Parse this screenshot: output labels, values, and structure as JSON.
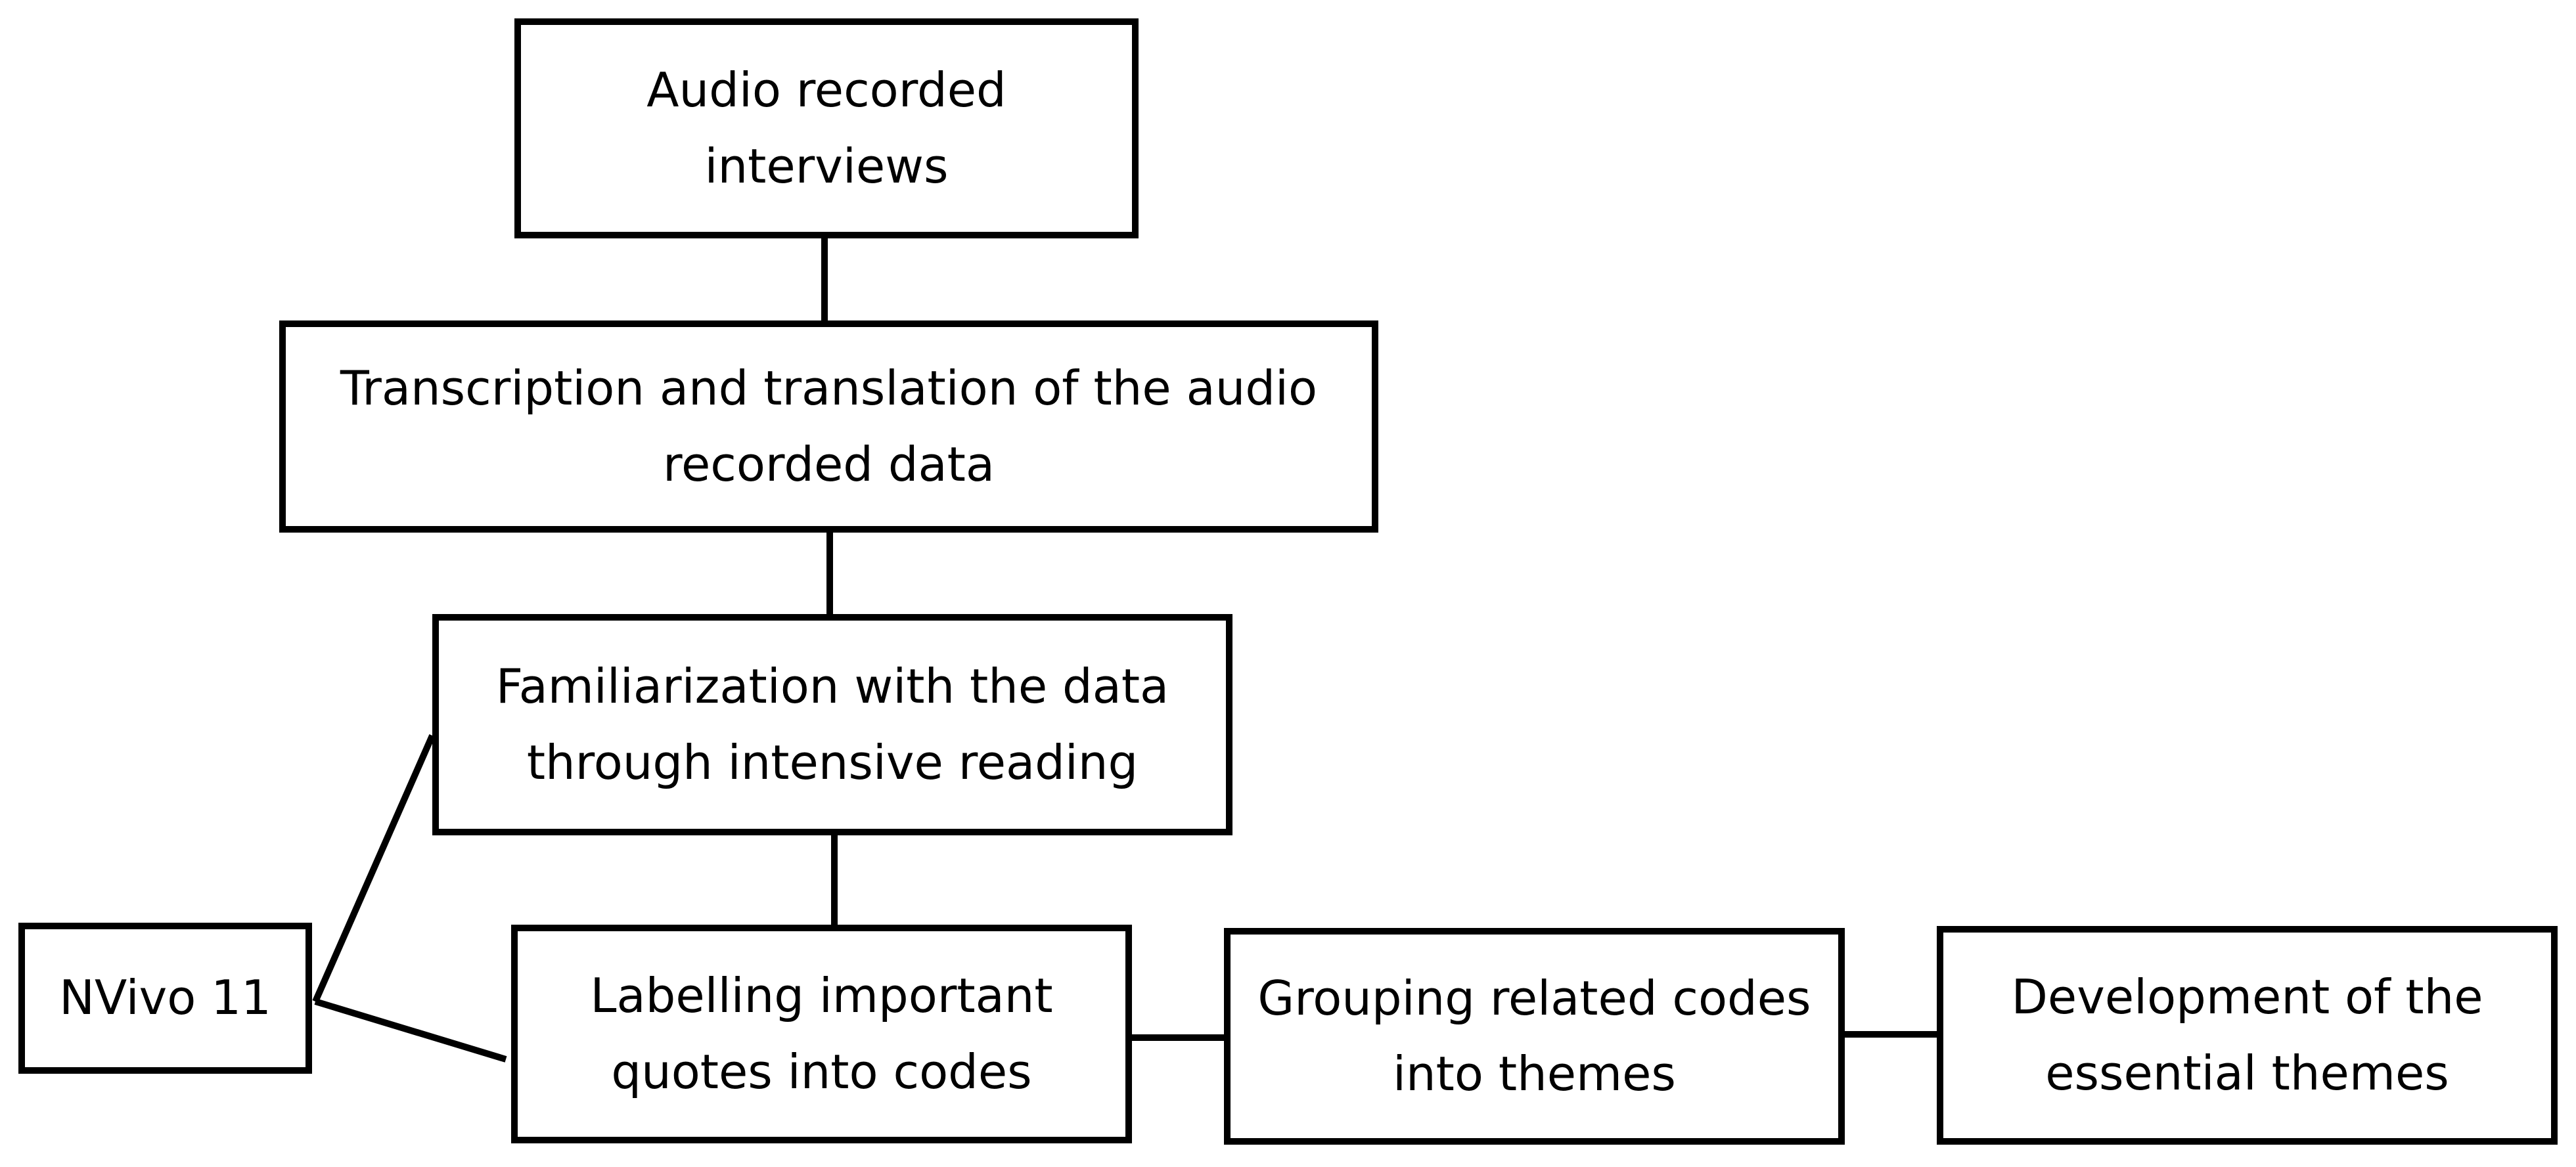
{
  "diagram": {
    "nodes": {
      "audio": "Audio recorded interviews",
      "transcription": "Transcription and translation of the audio recorded data",
      "familiarization": "Familiarization with the data through intensive reading",
      "nvivo": "NVivo 11",
      "labelling": "Labelling important quotes into codes",
      "grouping": "Grouping related codes into themes",
      "development": "Development of the essential themes"
    },
    "edges": [
      [
        "audio",
        "transcription"
      ],
      [
        "transcription",
        "familiarization"
      ],
      [
        "familiarization",
        "labelling"
      ],
      [
        "nvivo",
        "familiarization"
      ],
      [
        "nvivo",
        "labelling"
      ],
      [
        "labelling",
        "grouping"
      ],
      [
        "grouping",
        "development"
      ]
    ],
    "line_color": "#000000",
    "box_border_color": "#000000",
    "background_color": "#ffffff"
  }
}
